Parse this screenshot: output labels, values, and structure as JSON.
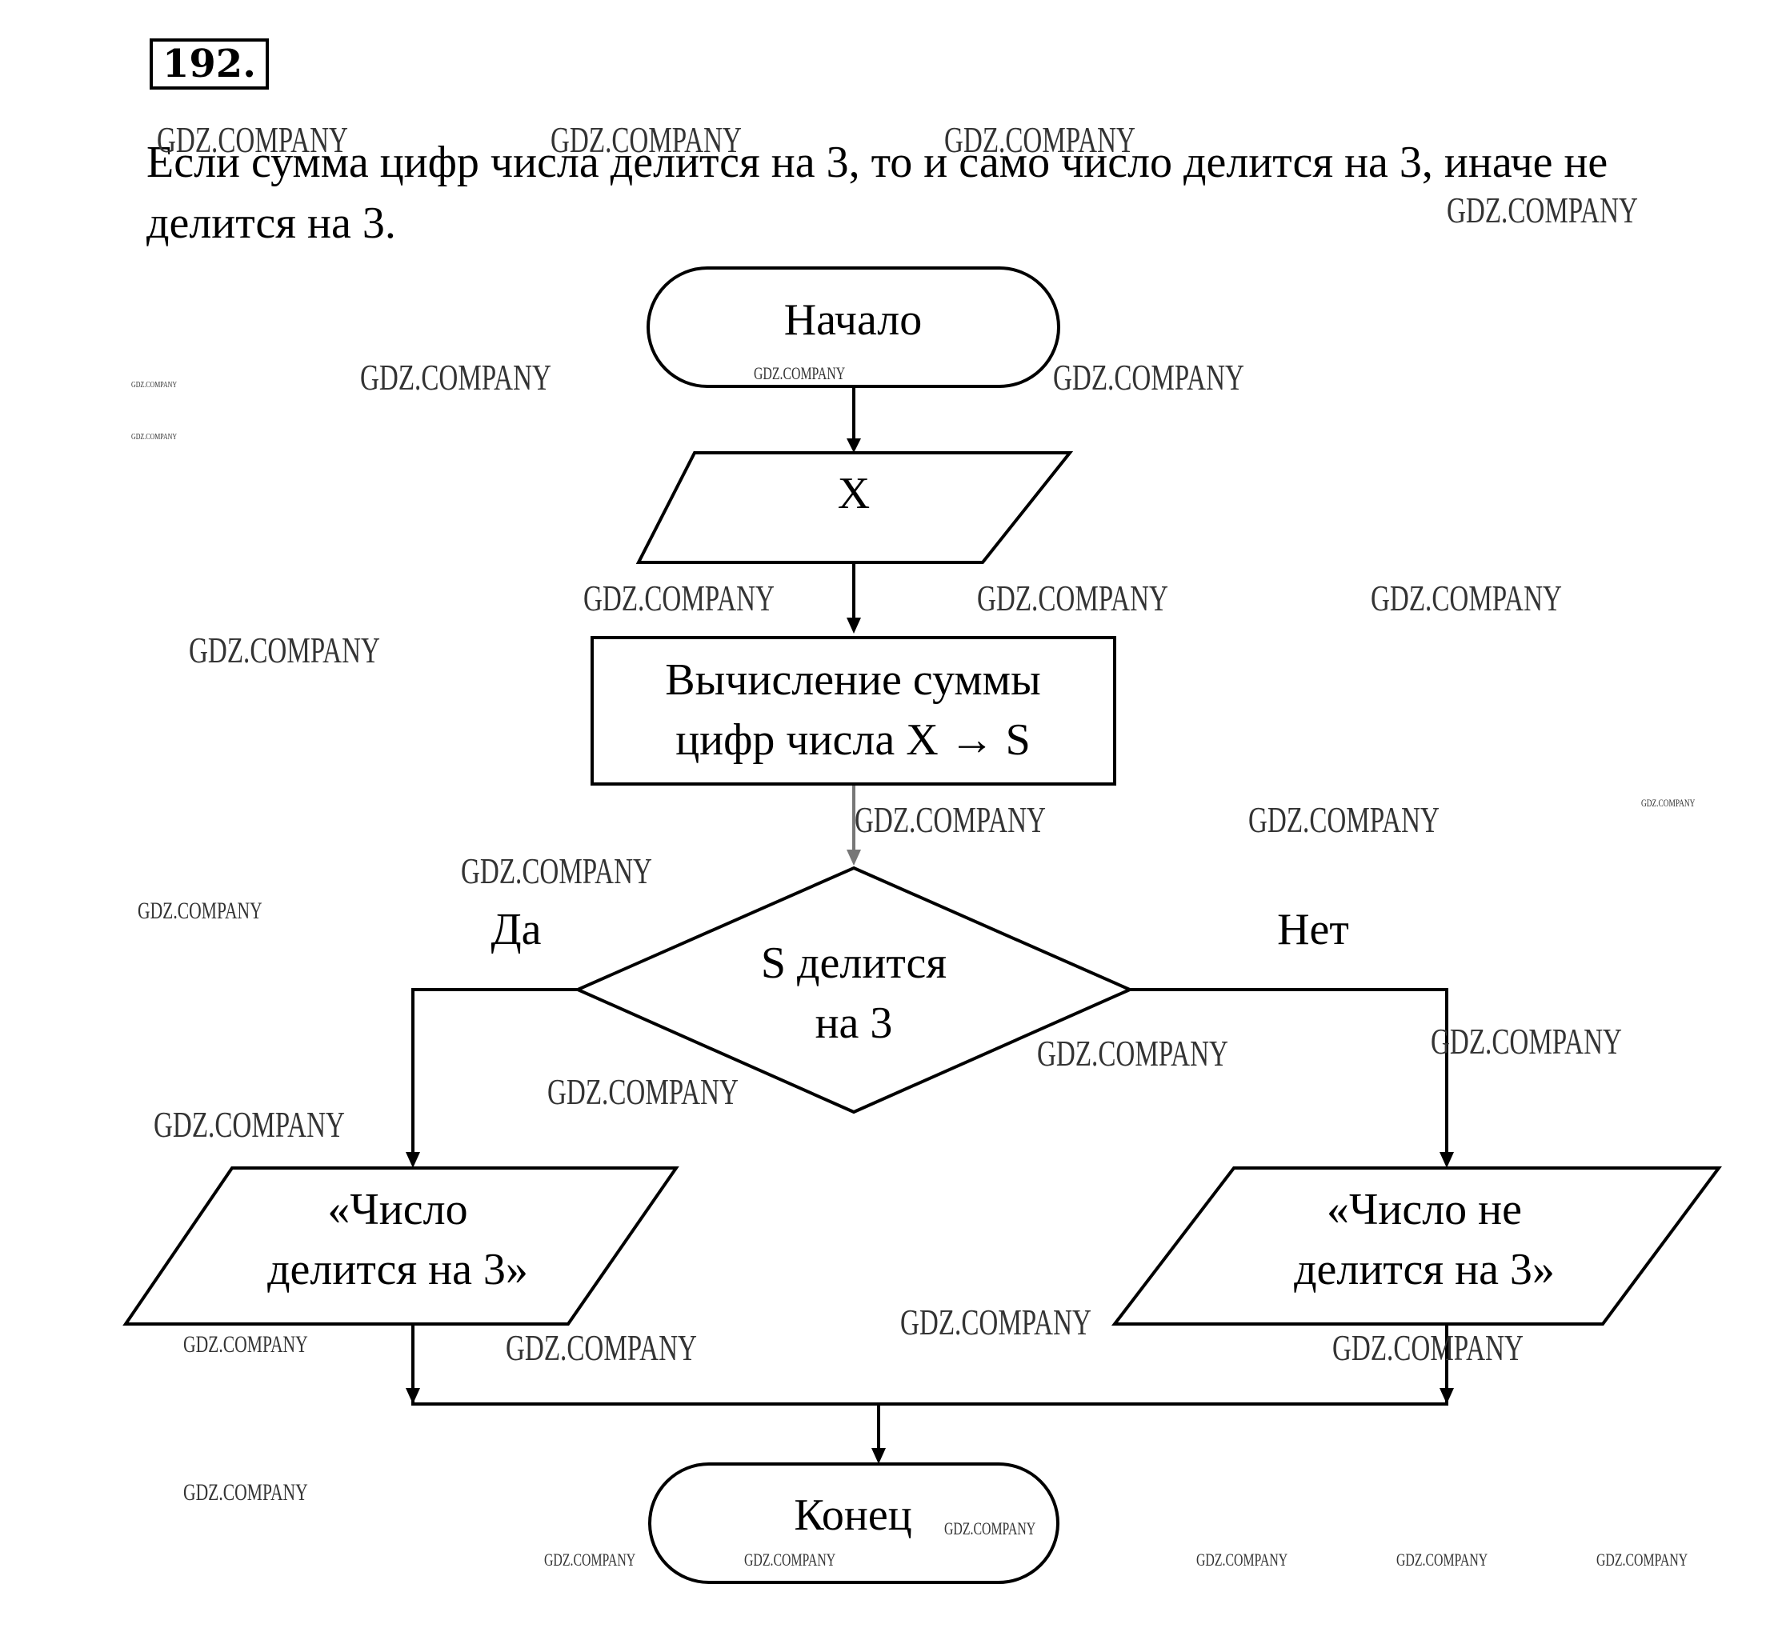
{
  "task_number": "192.",
  "intro_text": "Если сумма цифр числа делится на 3, то и само число делится на 3, иначе не делится на 3.",
  "flowchart": {
    "start": "Начало",
    "input": "X",
    "process": [
      "Вычисление суммы",
      "цифр числа X → S"
    ],
    "decision": [
      "S делится",
      "на 3"
    ],
    "yes_label": "Да",
    "no_label": "Нет",
    "output_yes": [
      "«Число",
      "делится на 3»"
    ],
    "output_no": [
      "«Число не",
      "делится на 3»"
    ],
    "end": "Конец"
  },
  "watermark": "GDZ.COMPANY"
}
